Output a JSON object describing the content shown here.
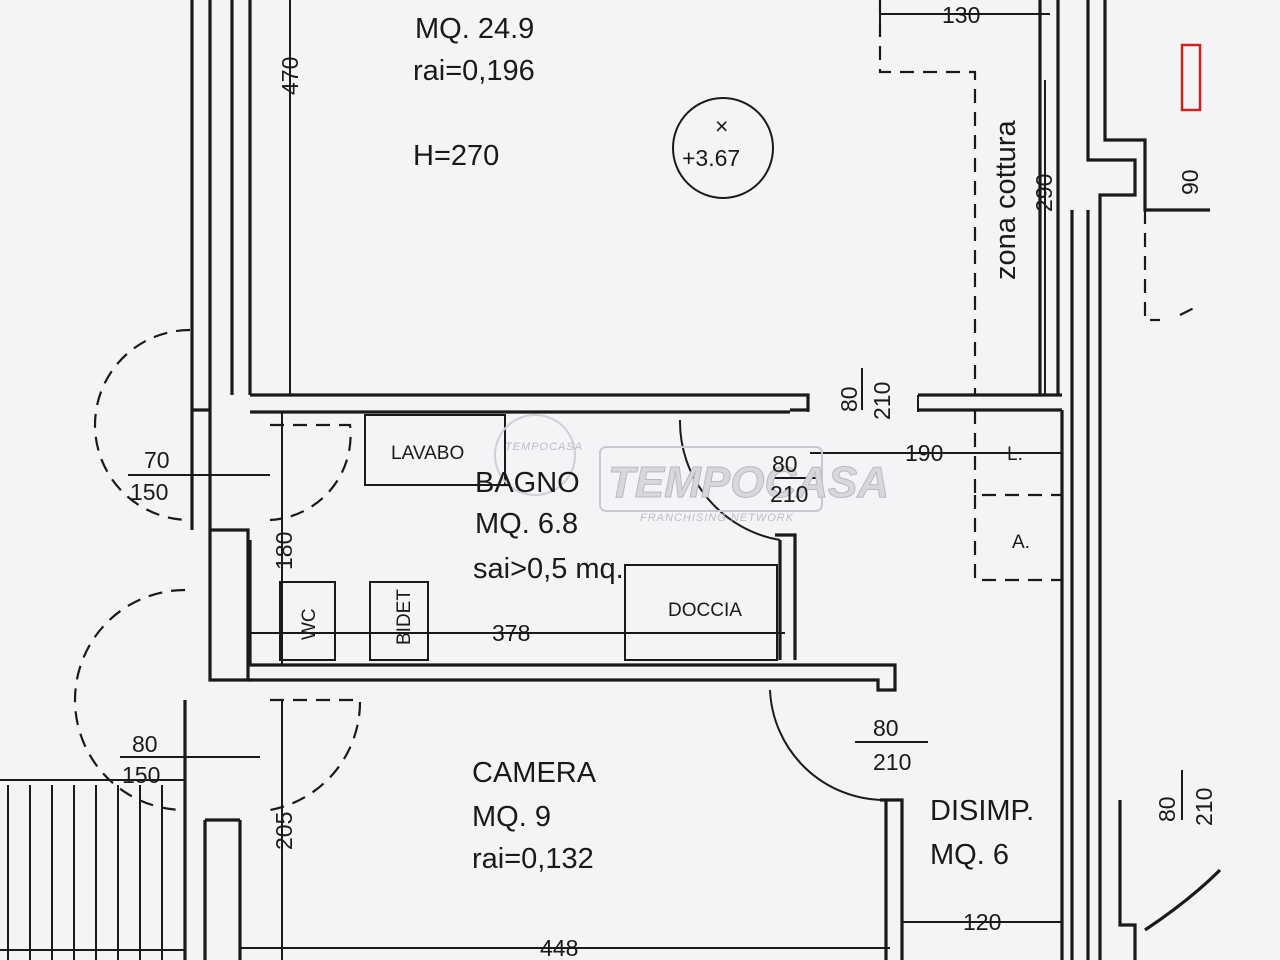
{
  "rooms": {
    "soggiorno": {
      "area": "MQ. 24.9",
      "rai": "rai=0,196",
      "height": "H=270",
      "level": "+3.67",
      "kitchen": "zona cottura"
    },
    "bagno": {
      "name": "BAGNO",
      "area": "MQ. 6.8",
      "sai": "sai>0,5 mq.",
      "lavabo": "LAVABO",
      "doccia": "DOCCIA",
      "wc": "WC",
      "bidet": "BIDET"
    },
    "camera": {
      "name": "CAMERA",
      "area": "MQ. 9",
      "rai": "rai=0,132"
    },
    "disimpegno": {
      "name": "DISIMP.",
      "area": "MQ. 6"
    },
    "appliances": {
      "l": "L.",
      "a": "A."
    }
  },
  "dimensions": {
    "top_130": "130",
    "left_470": "470",
    "right_290": "290",
    "right_90": "90",
    "hall_190": "190",
    "bagno_180": "180",
    "bagno_378": "378",
    "camera_205": "205",
    "camera_448": "448",
    "disimp_120": "120"
  },
  "openings": {
    "win1_w": "70",
    "win1_h": "150",
    "win2_w": "80",
    "win2_h": "150",
    "door_kitchen_w": "80",
    "door_kitchen_h": "210",
    "door_bagno_w": "80",
    "door_bagno_h": "210",
    "door_camera_w": "80",
    "door_camera_h": "210",
    "door_entry_w": "80",
    "door_entry_h": "210"
  },
  "watermark": {
    "brand": "TEMPOCASA",
    "tagline": "FRANCHISING NETWORK",
    "badge": "TEMPOCASA"
  },
  "colors": {
    "lines": "#1a1a1a",
    "paper": "#f4f4f6",
    "red_mark": "#cc2222"
  }
}
